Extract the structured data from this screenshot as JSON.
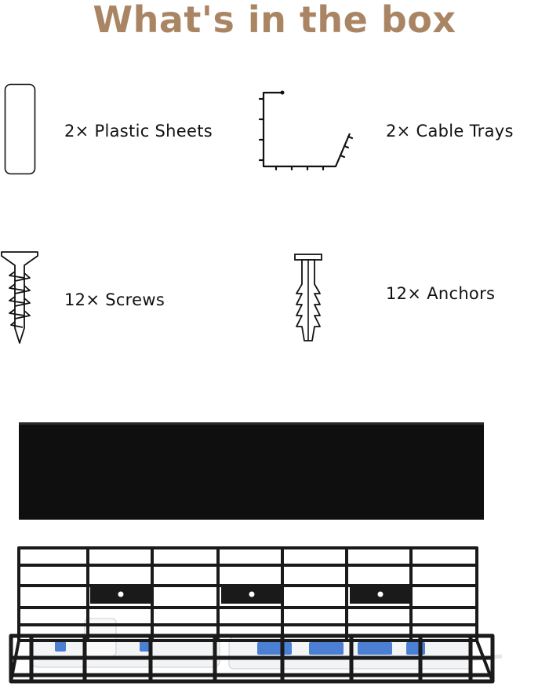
{
  "title": "What's in the box",
  "colors": {
    "title": "#a98564",
    "line": "#111111",
    "sheet": "#0f0f0f",
    "outlet": "#4a7fd4"
  },
  "items": [
    {
      "label": "2× Plastic Sheets",
      "icon": "plastic-sheet-icon"
    },
    {
      "label": "2× Cable Trays",
      "icon": "cable-tray-icon"
    },
    {
      "label": "12× Screws",
      "icon": "screw-icon"
    },
    {
      "label": "12× Anchors",
      "icon": "anchor-icon"
    }
  ],
  "photo": {
    "sheet": "black-plastic-sheet",
    "tray": "wire-cable-tray-with-power-strip"
  }
}
